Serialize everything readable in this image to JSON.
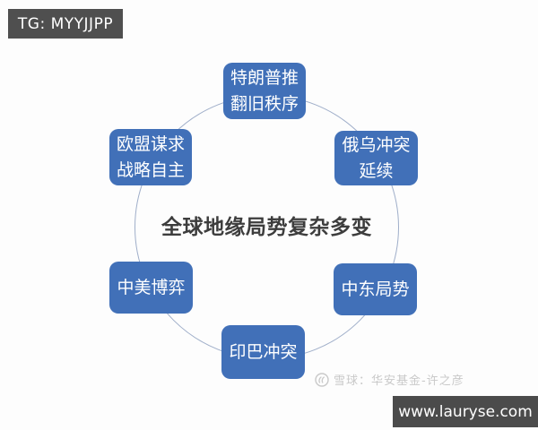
{
  "page": {
    "background": "#fdfdfd",
    "type": "radial-cycle-diagram"
  },
  "tg_label": {
    "text": "TG: MYYJJPP",
    "bg_color": "#4f4f4f",
    "text_color": "#ffffff"
  },
  "diagram": {
    "center_text": "全球地缘局势复杂多变",
    "node_fill_color": "#4170B8",
    "node_text_color": "#ffffff",
    "circle_stroke_color": "#9FAEC9",
    "center_text_color": "#3d3d3d",
    "nodes": [
      {
        "id": "trump",
        "position": "top",
        "label": "特朗普推翻旧秩序",
        "lines": [
          "特朗普推",
          "翻旧秩序"
        ]
      },
      {
        "id": "russia-ukraine",
        "position": "upper-right",
        "label": "俄乌冲突延续",
        "lines": [
          "俄乌冲突",
          "延续"
        ]
      },
      {
        "id": "eu-autonomy",
        "position": "upper-left",
        "label": "欧盟谋求战略自主",
        "lines": [
          "欧盟谋求",
          "战略自主"
        ]
      },
      {
        "id": "middle-east",
        "position": "lower-right",
        "label": "中东局势",
        "lines": [
          "中东局势",
          ""
        ]
      },
      {
        "id": "china-us",
        "position": "lower-left",
        "label": "中美博弈",
        "lines": [
          "中美博弈",
          ""
        ]
      },
      {
        "id": "india-pakistan",
        "position": "bottom",
        "label": "印巴冲突",
        "lines": [
          "印巴冲突",
          ""
        ]
      }
    ]
  },
  "watermark": {
    "icon": "xueqiu-snowball-icon",
    "text": "雪球：华安基金-许之彦",
    "text_color": "#c9c9c9"
  },
  "site_bar": {
    "text": "www.lauryse.com",
    "bg_color": "#4b4b4b",
    "text_color": "#ffffff"
  }
}
